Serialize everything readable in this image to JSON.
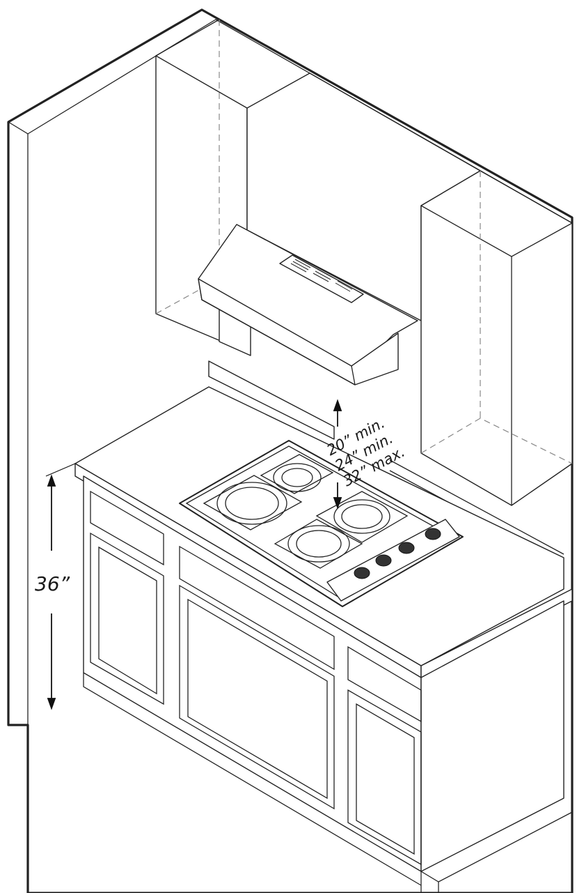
{
  "dimensions": {
    "countertop_height": "36”",
    "hood_clearance_lines": [
      "20” min.",
      "24” min.",
      "32” max."
    ]
  },
  "colors": {
    "line": "#222222",
    "hidden_line": "#888888",
    "background": "#ffffff"
  }
}
